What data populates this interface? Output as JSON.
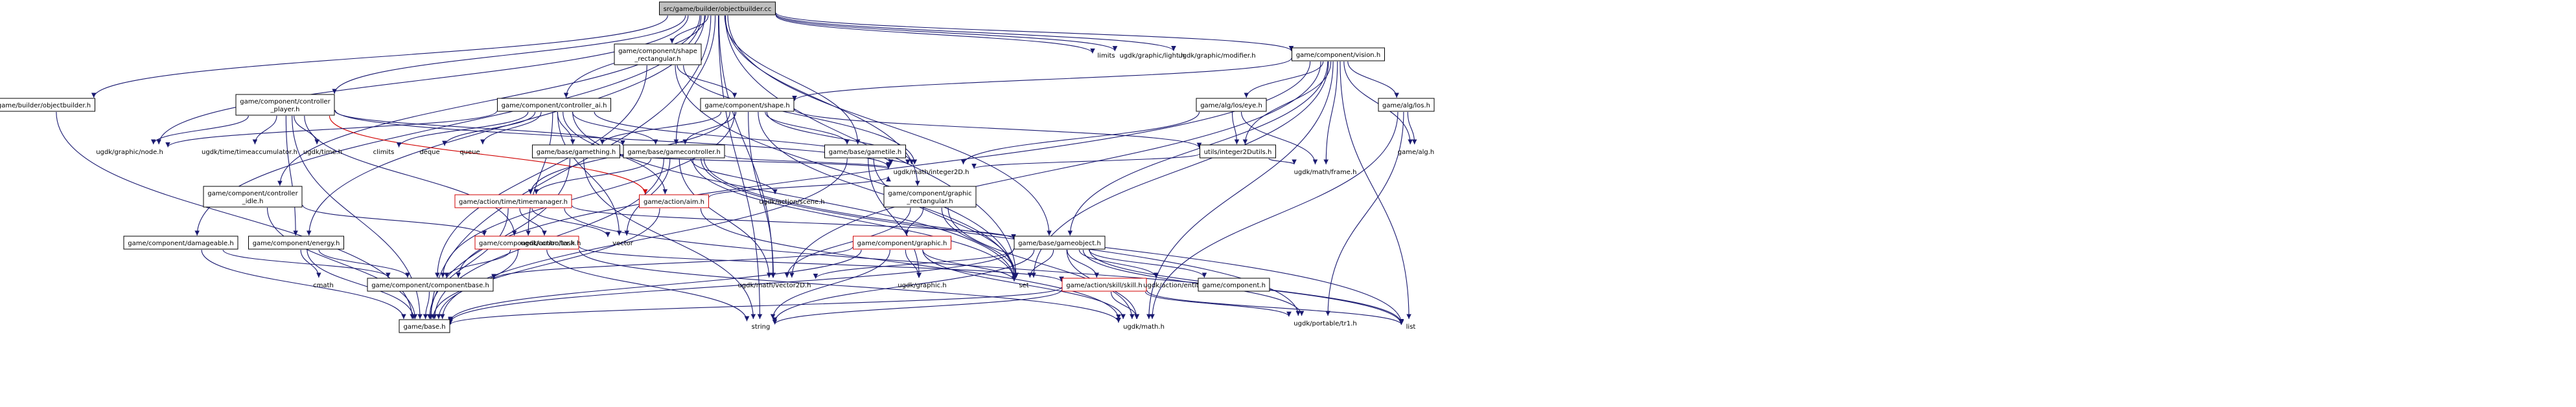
{
  "diagram": {
    "nodes": [
      {
        "id": "root",
        "lines": [
          "src/game/builder/objectbuilder.cc"
        ],
        "style": "root"
      },
      {
        "id": "limits",
        "lines": [
          "limits"
        ],
        "style": "plain"
      },
      {
        "id": "light",
        "lines": [
          "ugdk/graphic/light.h"
        ],
        "style": "plain"
      },
      {
        "id": "modifier",
        "lines": [
          "ugdk/graphic/modifier.h"
        ],
        "style": "plain"
      },
      {
        "id": "shape_rect",
        "lines": [
          "game/component/shape",
          "_rectangular.h"
        ],
        "style": "box"
      },
      {
        "id": "vision",
        "lines": [
          "game/component/vision.h"
        ],
        "style": "box"
      },
      {
        "id": "objbuilder_h",
        "lines": [
          "game/builder/objectbuilder.h"
        ],
        "style": "box"
      },
      {
        "id": "ctrl_player",
        "lines": [
          "game/component/controller",
          "_player.h"
        ],
        "style": "box"
      },
      {
        "id": "ctrl_ai",
        "lines": [
          "game/component/controller_ai.h"
        ],
        "style": "box"
      },
      {
        "id": "shape_h",
        "lines": [
          "game/component/shape.h"
        ],
        "style": "box"
      },
      {
        "id": "eye_h",
        "lines": [
          "game/alg/los/eye.h"
        ],
        "style": "box"
      },
      {
        "id": "los_h",
        "lines": [
          "game/alg/los.h"
        ],
        "style": "box"
      },
      {
        "id": "node_h",
        "lines": [
          "ugdk/graphic/node.h"
        ],
        "style": "plain"
      },
      {
        "id": "timeacc",
        "lines": [
          "ugdk/time/timeaccumulator.h"
        ],
        "style": "plain"
      },
      {
        "id": "time_h",
        "lines": [
          "ugdk/time.h"
        ],
        "style": "plain"
      },
      {
        "id": "climits",
        "lines": [
          "climits"
        ],
        "style": "plain"
      },
      {
        "id": "deque",
        "lines": [
          "deque"
        ],
        "style": "plain"
      },
      {
        "id": "queue",
        "lines": [
          "queue"
        ],
        "style": "plain"
      },
      {
        "id": "gamething",
        "lines": [
          "game/base/gamething.h"
        ],
        "style": "box"
      },
      {
        "id": "gamectrl",
        "lines": [
          "game/base/gamecontroller.h"
        ],
        "style": "box"
      },
      {
        "id": "gametile",
        "lines": [
          "game/base/gametile.h"
        ],
        "style": "box"
      },
      {
        "id": "int2dutils",
        "lines": [
          "utils/integer2Dutils.h"
        ],
        "style": "box"
      },
      {
        "id": "alg_h",
        "lines": [
          "game/alg.h"
        ],
        "style": "plain"
      },
      {
        "id": "int2d",
        "lines": [
          "ugdk/math/integer2D.h"
        ],
        "style": "plain"
      },
      {
        "id": "frame_h",
        "lines": [
          "ugdk/math/frame.h"
        ],
        "style": "plain"
      },
      {
        "id": "ctrl_idle",
        "lines": [
          "game/component/controller",
          "_idle.h"
        ],
        "style": "box"
      },
      {
        "id": "timemanager",
        "lines": [
          "game/action/time/timemanager.h"
        ],
        "style": "red"
      },
      {
        "id": "aim_h",
        "lines": [
          "game/action/aim.h"
        ],
        "style": "red"
      },
      {
        "id": "scene_h",
        "lines": [
          "ugdk/action/scene.h"
        ],
        "style": "plain"
      },
      {
        "id": "graphic_rect",
        "lines": [
          "game/component/graphic",
          "_rectangular.h"
        ],
        "style": "box"
      },
      {
        "id": "damageable",
        "lines": [
          "game/component/damageable.h"
        ],
        "style": "box"
      },
      {
        "id": "energy",
        "lines": [
          "game/component/energy.h"
        ],
        "style": "box"
      },
      {
        "id": "controller_h",
        "lines": [
          "game/component/controller.h"
        ],
        "style": "red"
      },
      {
        "id": "task_h",
        "lines": [
          "ugdk/action/task.h"
        ],
        "style": "plain"
      },
      {
        "id": "vector",
        "lines": [
          "vector"
        ],
        "style": "plain"
      },
      {
        "id": "graphic_h",
        "lines": [
          "game/component/graphic.h"
        ],
        "style": "red"
      },
      {
        "id": "gameobject",
        "lines": [
          "game/base/gameobject.h"
        ],
        "style": "box"
      },
      {
        "id": "cmath",
        "lines": [
          "cmath"
        ],
        "style": "plain"
      },
      {
        "id": "compbase",
        "lines": [
          "game/component/componentbase.h"
        ],
        "style": "box"
      },
      {
        "id": "vector2d",
        "lines": [
          "ugdk/math/vector2D.h"
        ],
        "style": "plain"
      },
      {
        "id": "ugdkgraphic",
        "lines": [
          "ugdk/graphic.h"
        ],
        "style": "plain"
      },
      {
        "id": "set",
        "lines": [
          "set"
        ],
        "style": "plain"
      },
      {
        "id": "skill_h",
        "lines": [
          "game/action/skill/skill.h"
        ],
        "style": "red"
      },
      {
        "id": "entity_h",
        "lines": [
          "ugdk/action/entity.h"
        ],
        "style": "plain"
      },
      {
        "id": "comp_h",
        "lines": [
          "game/component.h"
        ],
        "style": "box"
      },
      {
        "id": "tr1_h",
        "lines": [
          "ugdk/portable/tr1.h"
        ],
        "style": "plain"
      },
      {
        "id": "base_h",
        "lines": [
          "game/base.h"
        ],
        "style": "box"
      },
      {
        "id": "string",
        "lines": [
          "string"
        ],
        "style": "plain"
      },
      {
        "id": "ugdkmath",
        "lines": [
          "ugdk/math.h"
        ],
        "style": "plain"
      },
      {
        "id": "list",
        "lines": [
          "list"
        ],
        "style": "plain"
      }
    ],
    "edges": [
      [
        "root",
        "limits"
      ],
      [
        "root",
        "light"
      ],
      [
        "root",
        "modifier"
      ],
      [
        "root",
        "shape_rect"
      ],
      [
        "root",
        "vision"
      ],
      [
        "root",
        "objbuilder_h"
      ],
      [
        "root",
        "ctrl_player"
      ],
      [
        "root",
        "ctrl_ai"
      ],
      [
        "root",
        "gamectrl"
      ],
      [
        "root",
        "gametile"
      ],
      [
        "root",
        "graphic_rect"
      ],
      [
        "root",
        "damageable"
      ],
      [
        "root",
        "energy"
      ],
      [
        "root",
        "ctrl_idle"
      ],
      [
        "root",
        "node_h"
      ],
      [
        "root",
        "vector2d"
      ],
      [
        "root",
        "set"
      ],
      [
        "root",
        "string"
      ],
      [
        "root",
        "base_h"
      ],
      [
        "root",
        "gameobject"
      ],
      [
        "shape_rect",
        "shape_h"
      ],
      [
        "shape_rect",
        "int2d"
      ],
      [
        "shape_rect",
        "set"
      ],
      [
        "shape_rect",
        "compbase"
      ],
      [
        "vision",
        "shape_h"
      ],
      [
        "vision",
        "eye_h"
      ],
      [
        "vision",
        "los_h"
      ],
      [
        "vision",
        "gameobject"
      ],
      [
        "vision",
        "int2dutils"
      ],
      [
        "vision",
        "frame_h"
      ],
      [
        "vision",
        "alg_h"
      ],
      [
        "vision",
        "set"
      ],
      [
        "vision",
        "list"
      ],
      [
        "vision",
        "ugdkmath"
      ],
      [
        "vision",
        "vector2d"
      ],
      [
        "vision",
        "compbase"
      ],
      [
        "objbuilder_h",
        "base_h"
      ],
      [
        "ctrl_player",
        "node_h"
      ],
      [
        "ctrl_player",
        "timeacc"
      ],
      [
        "ctrl_player",
        "time_h"
      ],
      [
        "ctrl_player",
        "gamectrl"
      ],
      [
        "ctrl_player",
        "controller_h"
      ],
      [
        "ctrl_player",
        "aim_h"
      ],
      [
        "ctrl_player",
        "base_h"
      ],
      [
        "ctrl_player",
        "int2d"
      ],
      [
        "ctrl_player",
        "energy"
      ],
      [
        "ctrl_ai",
        "climits"
      ],
      [
        "ctrl_ai",
        "deque"
      ],
      [
        "ctrl_ai",
        "queue"
      ],
      [
        "ctrl_ai",
        "gamething"
      ],
      [
        "ctrl_ai",
        "gamectrl"
      ],
      [
        "ctrl_ai",
        "controller_h"
      ],
      [
        "ctrl_ai",
        "int2d"
      ],
      [
        "ctrl_ai",
        "vector"
      ],
      [
        "ctrl_ai",
        "aim_h"
      ],
      [
        "ctrl_ai",
        "node_h"
      ],
      [
        "ctrl_ai",
        "set"
      ],
      [
        "shape_h",
        "gamectrl"
      ],
      [
        "shape_h",
        "gametile"
      ],
      [
        "shape_h",
        "int2dutils"
      ],
      [
        "shape_h",
        "int2d"
      ],
      [
        "shape_h",
        "compbase"
      ],
      [
        "shape_h",
        "gamething"
      ],
      [
        "shape_h",
        "set"
      ],
      [
        "shape_h",
        "vector2d"
      ],
      [
        "shape_h",
        "timemanager"
      ],
      [
        "eye_h",
        "int2dutils"
      ],
      [
        "eye_h",
        "frame_h"
      ],
      [
        "eye_h",
        "int2d"
      ],
      [
        "los_h",
        "alg_h"
      ],
      [
        "los_h",
        "ugdkmath"
      ],
      [
        "los_h",
        "tr1_h"
      ],
      [
        "gamething",
        "int2d"
      ],
      [
        "gamething",
        "base_h"
      ],
      [
        "gamething",
        "string"
      ],
      [
        "gamectrl",
        "int2d"
      ],
      [
        "gamectrl",
        "scene_h"
      ],
      [
        "gamectrl",
        "timemanager"
      ],
      [
        "gamectrl",
        "set"
      ],
      [
        "gamectrl",
        "list"
      ],
      [
        "gamectrl",
        "vector"
      ],
      [
        "gamectrl",
        "vector2d"
      ],
      [
        "gamectrl",
        "base_h"
      ],
      [
        "gamectrl",
        "tr1_h"
      ],
      [
        "gametile",
        "int2d"
      ],
      [
        "gametile",
        "ugdkgraphic"
      ],
      [
        "gametile",
        "base_h"
      ],
      [
        "gametile",
        "set"
      ],
      [
        "int2dutils",
        "int2d"
      ],
      [
        "int2dutils",
        "frame_h"
      ],
      [
        "ctrl_idle",
        "controller_h"
      ],
      [
        "ctrl_idle",
        "base_h"
      ],
      [
        "timemanager",
        "task_h"
      ],
      [
        "timemanager",
        "vector"
      ],
      [
        "timemanager",
        "base_h"
      ],
      [
        "timemanager",
        "gameobject"
      ],
      [
        "timemanager",
        "list"
      ],
      [
        "aim_h",
        "int2d"
      ],
      [
        "aim_h",
        "base_h"
      ],
      [
        "aim_h",
        "ugdkmath"
      ],
      [
        "graphic_rect",
        "graphic_h"
      ],
      [
        "graphic_rect",
        "set"
      ],
      [
        "graphic_rect",
        "ugdkmath"
      ],
      [
        "graphic_rect",
        "vector2d"
      ],
      [
        "damageable",
        "compbase"
      ],
      [
        "damageable",
        "base_h"
      ],
      [
        "energy",
        "compbase"
      ],
      [
        "energy",
        "cmath"
      ],
      [
        "energy",
        "base_h"
      ],
      [
        "controller_h",
        "compbase"
      ],
      [
        "controller_h",
        "skill_h"
      ],
      [
        "controller_h",
        "base_h"
      ],
      [
        "controller_h",
        "ugdkmath"
      ],
      [
        "controller_h",
        "string"
      ],
      [
        "graphic_h",
        "ugdkgraphic"
      ],
      [
        "graphic_h",
        "set"
      ],
      [
        "graphic_h",
        "string"
      ],
      [
        "graphic_h",
        "base_h"
      ],
      [
        "graphic_h",
        "ugdkmath"
      ],
      [
        "graphic_h",
        "compbase"
      ],
      [
        "gameobject",
        "set"
      ],
      [
        "gameobject",
        "entity_h"
      ],
      [
        "gameobject",
        "comp_h"
      ],
      [
        "gameobject",
        "tr1_h"
      ],
      [
        "gameobject",
        "list"
      ],
      [
        "gameobject",
        "vector2d"
      ],
      [
        "gameobject",
        "base_h"
      ],
      [
        "gameobject",
        "skill_h"
      ],
      [
        "gameobject",
        "string"
      ],
      [
        "gameobject",
        "ugdkmath"
      ],
      [
        "skill_h",
        "base_h"
      ],
      [
        "skill_h",
        "ugdkmath"
      ],
      [
        "skill_h",
        "tr1_h"
      ],
      [
        "skill_h",
        "list"
      ],
      [
        "skill_h",
        "string"
      ],
      [
        "compbase",
        "base_h"
      ]
    ]
  }
}
